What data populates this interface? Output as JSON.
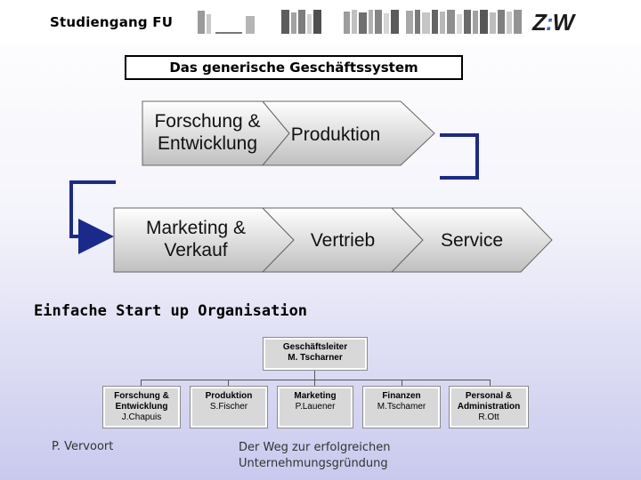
{
  "header": {
    "course_title": "Studiengang FU",
    "logo_letters": {
      "left": "Z",
      "colon": ":",
      "right": "W"
    }
  },
  "slide_title": "Das generische Geschäftssystem",
  "process_chain": {
    "row1": [
      {
        "label_line1": "Forschung &",
        "label_line2": "Entwicklung"
      },
      {
        "label_line1": "Produktion",
        "label_line2": ""
      }
    ],
    "row2": [
      {
        "label_line1": "Marketing &",
        "label_line2": "Verkauf"
      },
      {
        "label_line1": "Vertrieb",
        "label_line2": ""
      },
      {
        "label_line1": "Service",
        "label_line2": ""
      }
    ],
    "connector_color": "#1a2a8c"
  },
  "org_section_title": "Einfache Start up Organisation",
  "org_chart": {
    "root": {
      "role": "Geschäftsleiter",
      "name": "M. Tscharner"
    },
    "children": [
      {
        "role_line1": "Forschung &",
        "role_line2": "Entwicklung",
        "name": "J.Chapuis"
      },
      {
        "role_line1": "Produktion",
        "role_line2": "",
        "name": "S.Fischer"
      },
      {
        "role_line1": "Marketing",
        "role_line2": "",
        "name": "P.Lauener"
      },
      {
        "role_line1": "Finanzen",
        "role_line2": "",
        "name": "M.Tschamer"
      },
      {
        "role_line1": "Personal &",
        "role_line2": "Administration",
        "name": "R.Ott"
      }
    ]
  },
  "footer": {
    "author": "P. Vervoort",
    "subtitle_line1": "Der Weg zur erfolgreichen",
    "subtitle_line2": "Unternehmungsgründung"
  }
}
